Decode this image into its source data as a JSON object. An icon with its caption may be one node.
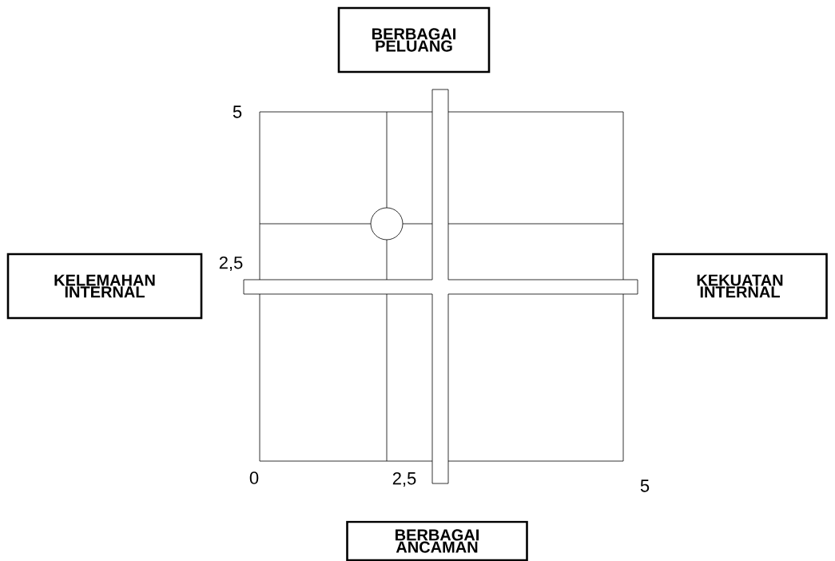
{
  "diagram": {
    "nodes": [
      {
        "text": [
          "BERBAGAI PELUANG"
        ]
      },
      {
        "text": [
          "KELEMAHAN INTERNAL"
        ]
      },
      {
        "text": [
          "KEKUATAN INTERNAL"
        ]
      },
      {
        "text": [
          "BERBAGAI ANCAMAN"
        ]
      },
      {
        "text": [],
        "shape": "circle"
      }
    ],
    "labels": [
      "5",
      "2,5",
      "0",
      "2,5",
      "5"
    ]
  }
}
